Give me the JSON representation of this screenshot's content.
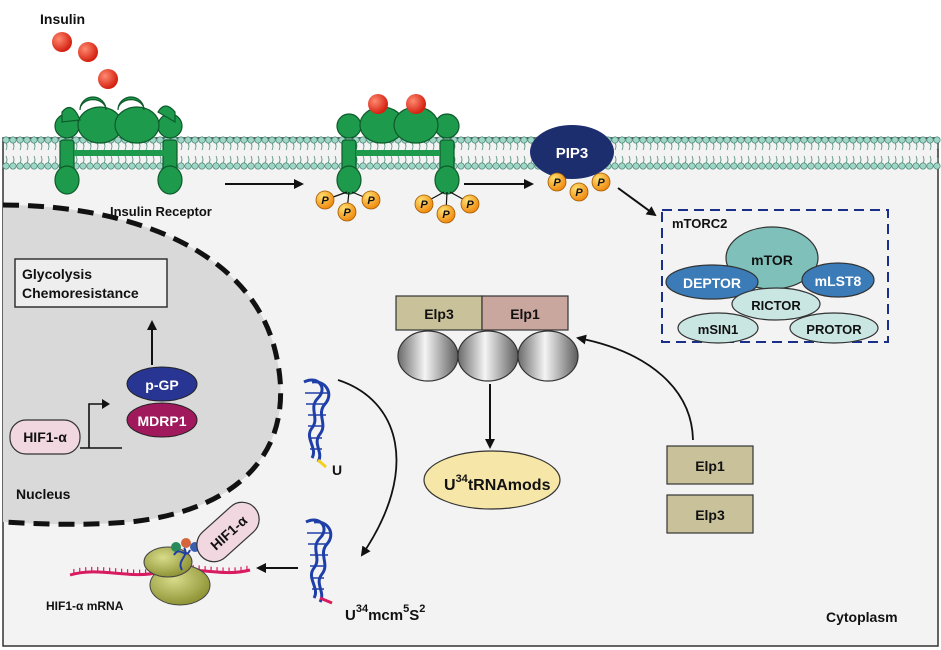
{
  "labels": {
    "insulin": "Insulin",
    "insulin_receptor": "Insulin Receptor",
    "pip3": "PIP3",
    "phospho": "P",
    "mtorc2": "mTORC2",
    "mtor": "mTOR",
    "deptor": "DEPTOR",
    "mlst8": "mLST8",
    "rictor": "RICTOR",
    "msin1": "mSIN1",
    "protor": "PROTOR",
    "elp3": "Elp3",
    "elp1": "Elp1",
    "u34_sup": "34",
    "u34_rest": "tRNAmods",
    "u_letter": "U",
    "u_plain": "U",
    "mcm": "mcm",
    "sup5": "5",
    "s_letter": "S",
    "sup2": "2",
    "glycolysis_line1": "Glycolysis",
    "glycolysis_line2": "Chemoresistance",
    "pgp": "p-GP",
    "mdrp1": "MDRP1",
    "hif1a": "HIF1-α",
    "hif1a_mrna": "HIF1-α mRNA",
    "nucleus": "Nucleus",
    "cytoplasm": "Cytoplasm"
  },
  "colors": {
    "membrane_head": "#9fd6c6",
    "receptor_green": "#1e9a4c",
    "insulin_red": "#e0301e",
    "phospho_orange": "#f5a21b",
    "pip3_navy": "#1c2e6e",
    "mtor_teal": "#7fc1ba",
    "deptor_blue": "#3a7bb8",
    "elp_tan": "#c9c19a",
    "elp1_pink": "#c9a79f",
    "u34_yellow": "#f6e7a8",
    "pgp_navy": "#283593",
    "mdrp1_magenta": "#a0195c",
    "hif_pink": "#f1d7df",
    "nucleus_grey": "#d9d9d9",
    "cytoplasm_bg": "#f3f3f3",
    "trna_blue": "#1f3fa8"
  }
}
